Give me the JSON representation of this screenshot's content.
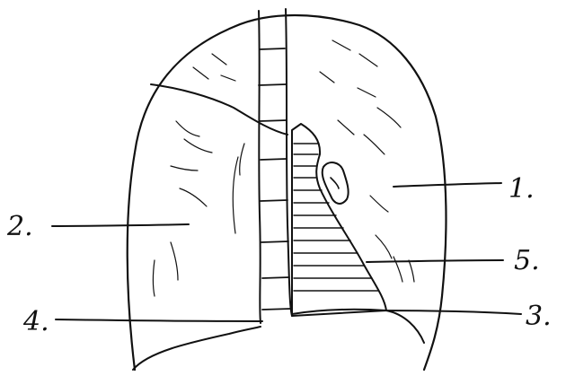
{
  "labels": {
    "l1": "1.",
    "l2": "2.",
    "l3": "3.",
    "l4": "4.",
    "l5": "5."
  },
  "colors": {
    "ink": "#111111",
    "paper": "#ffffff"
  }
}
